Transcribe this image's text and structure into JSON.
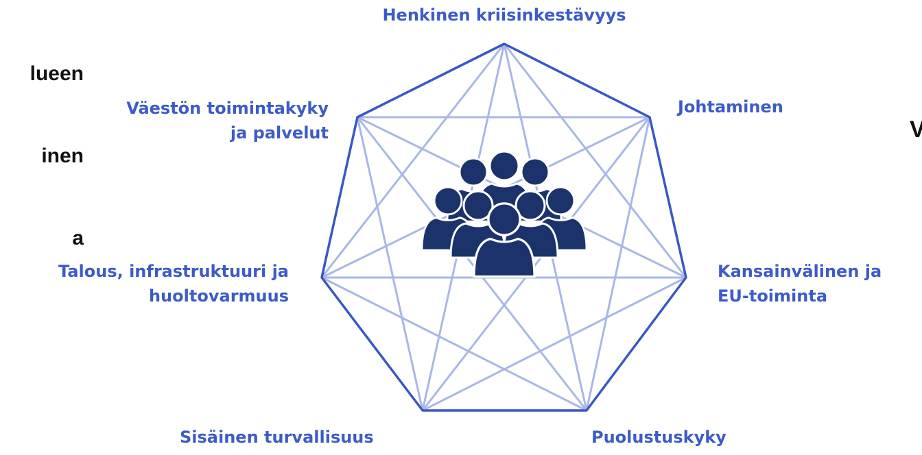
{
  "cut_off_text": {
    "left_lines": [
      "lueen",
      "inen",
      "a"
    ],
    "right_fragment": "V"
  },
  "center_icon": "people-group-icon",
  "colors": {
    "label": "#3d5bc8",
    "outline": "#3a57c4",
    "inner_lines": "#a9b7e6",
    "icon": "#1c326b"
  },
  "dimensions": [
    {
      "lines": [
        "Henkinen kriisinkestävyys"
      ]
    },
    {
      "lines": [
        "Johtaminen"
      ]
    },
    {
      "lines": [
        "Kansainvälinen ja",
        "EU-toiminta"
      ]
    },
    {
      "lines": [
        "Puolustuskyky"
      ]
    },
    {
      "lines": [
        "Sisäinen turvallisuus"
      ]
    },
    {
      "lines": [
        "Talous, infrastruktuuri ja",
        "huoltovarmuus"
      ]
    },
    {
      "lines": [
        "Väestön toimintakyky",
        "ja palvelut"
      ]
    }
  ]
}
